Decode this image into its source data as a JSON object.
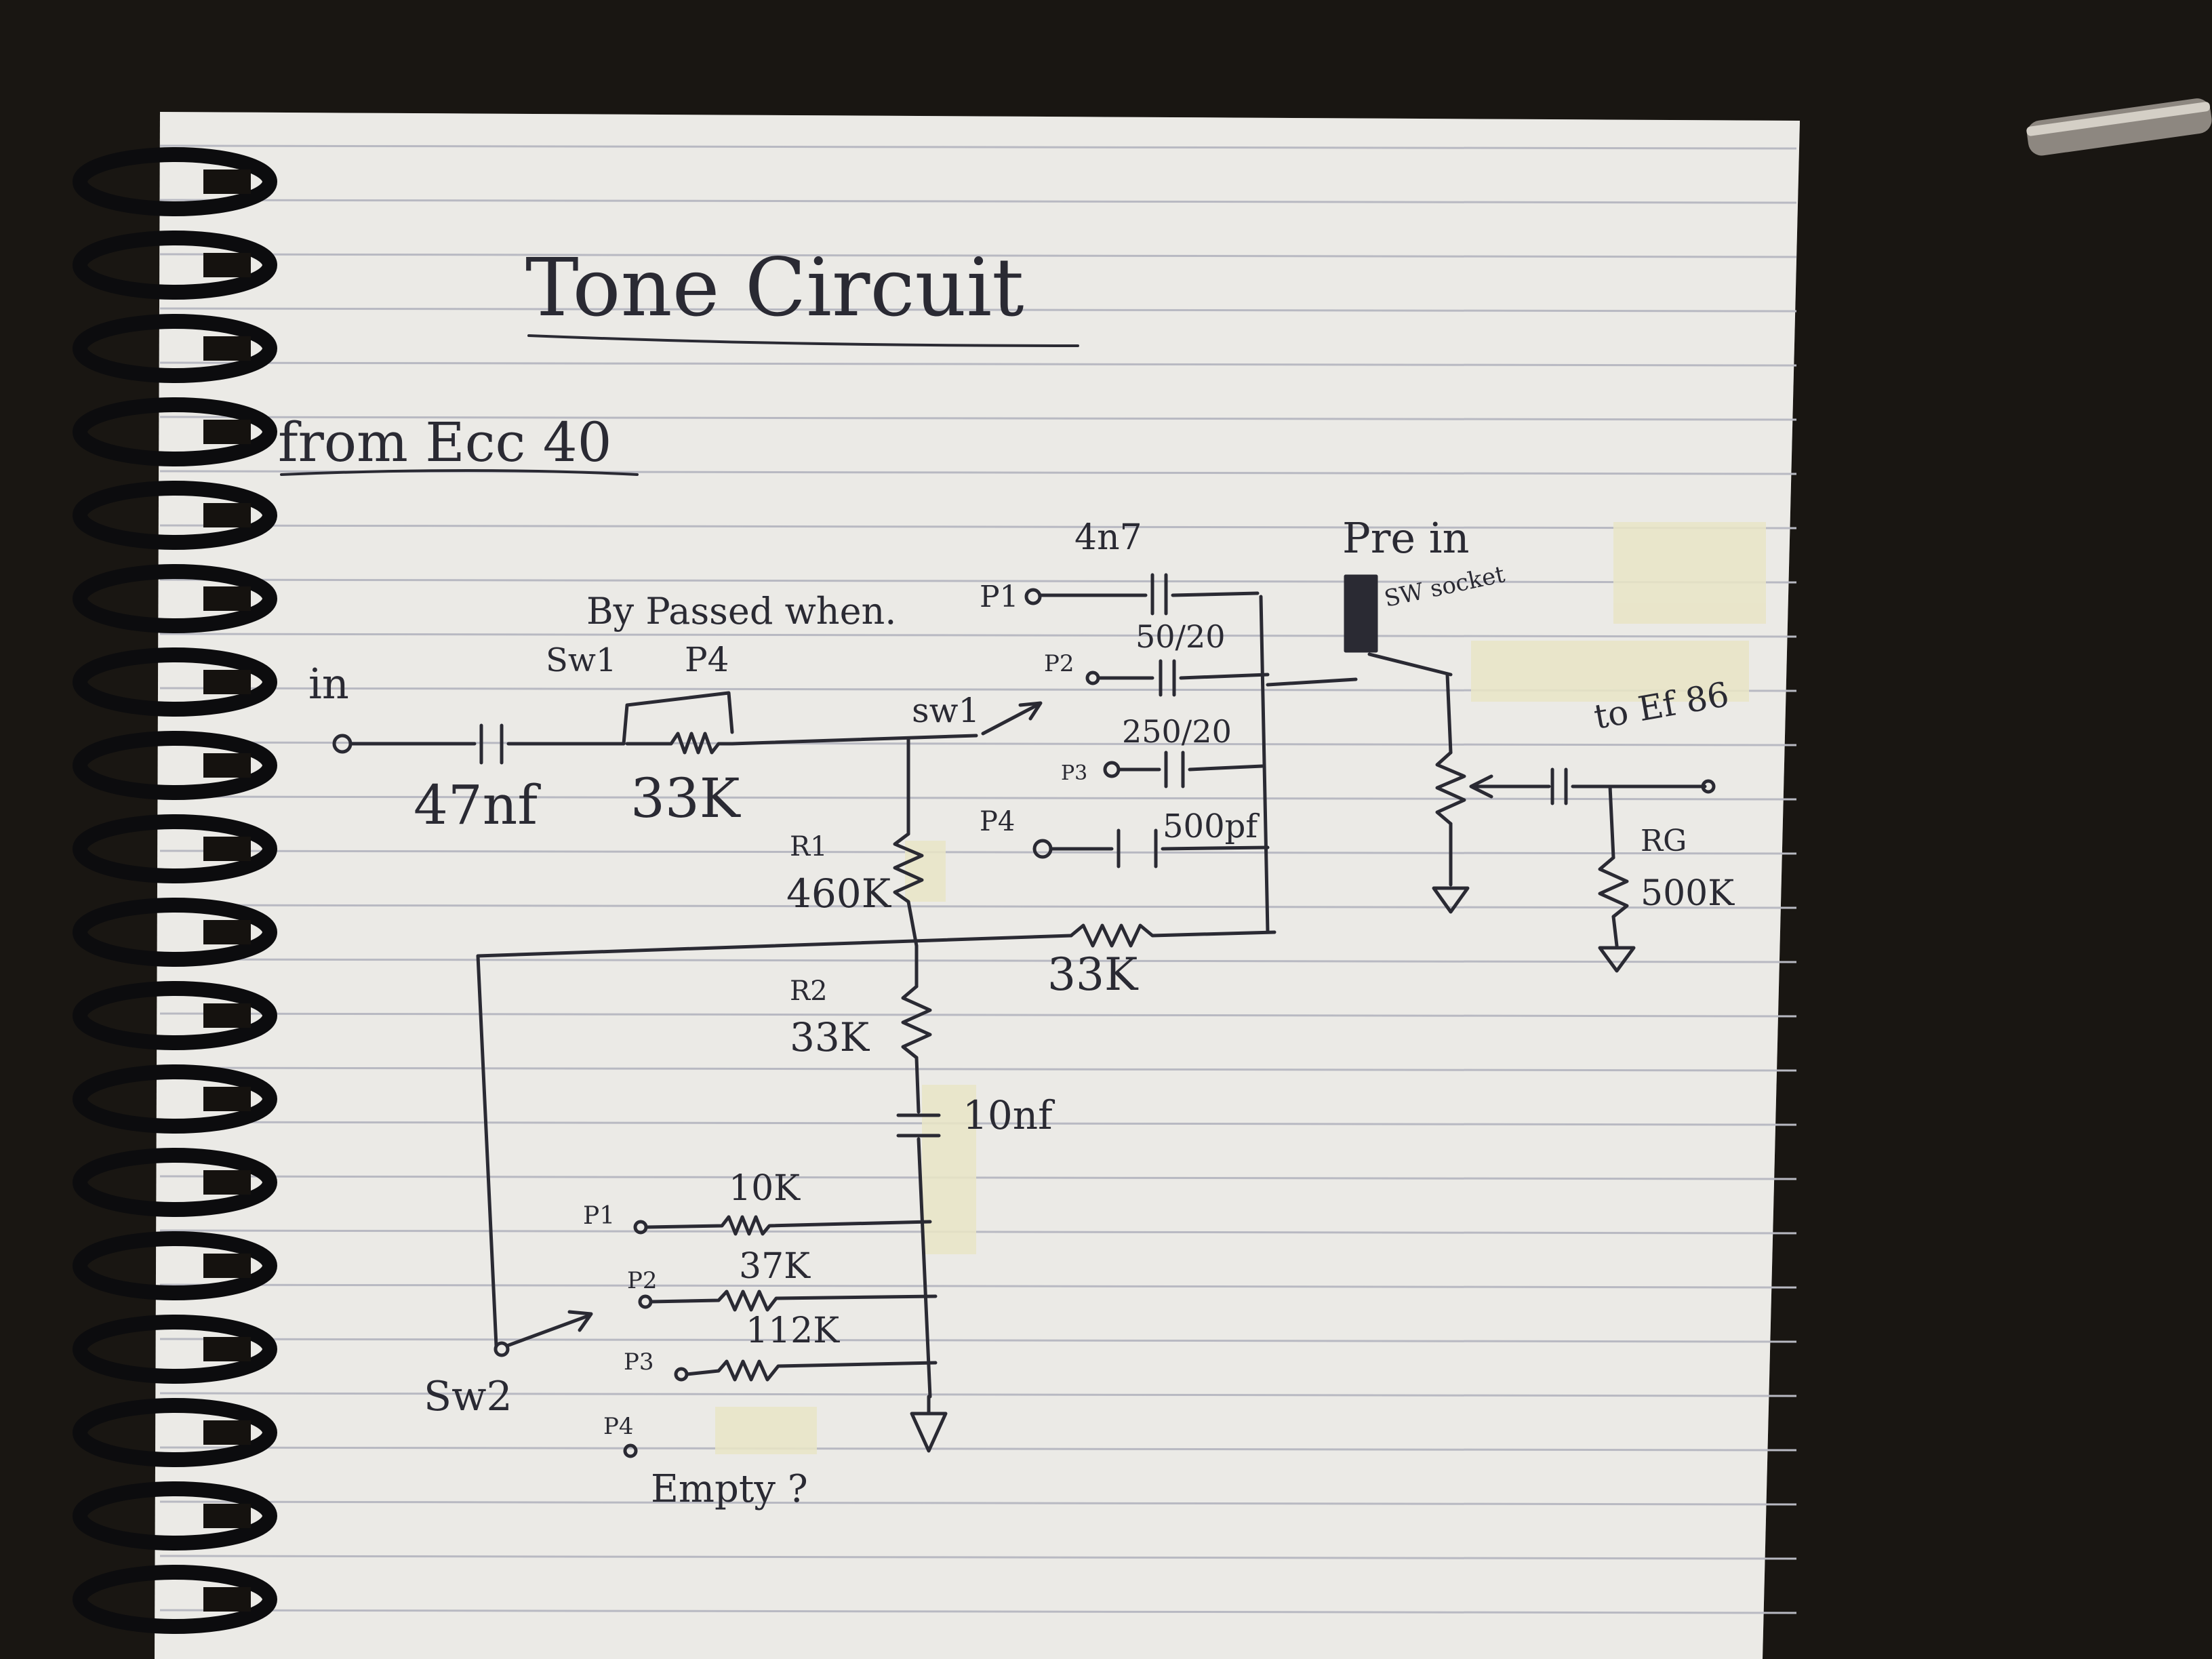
{
  "title": "Tone Circuit",
  "subtitle": "from Ecc 40",
  "labels": {
    "in": "in",
    "c_in": "47nf",
    "r_series": "33K",
    "bypass_note": "By Passed when.",
    "sw1_note": "Sw1",
    "p4_note": "P4",
    "sw1_switch": "sw1",
    "r1_name": "R1",
    "r1_value": "460K",
    "r_feedback": "33K",
    "r2_name": "R2",
    "r2_value": "33K",
    "c_10nf": "10nf",
    "cap_p1": "4n7",
    "cap_p2": "50/20",
    "cap_p3": "250/20",
    "cap_p4": "500pf",
    "pos_p1": "P1",
    "pos_p2": "P2",
    "pos_p3": "P3",
    "pos_p4": "P4",
    "pre_in": "Pre in",
    "socket": "SW socket",
    "to_ef": "to Ef 86",
    "rg_name": "RG",
    "rg_value": "500K",
    "res_p1": "10K",
    "res_p2": "37K",
    "res_p3": "112K",
    "sw2": "Sw2",
    "low_p1": "P1",
    "low_p2": "P2",
    "low_p3": "P3",
    "low_p4": "P4",
    "empty": "Empty ?"
  }
}
